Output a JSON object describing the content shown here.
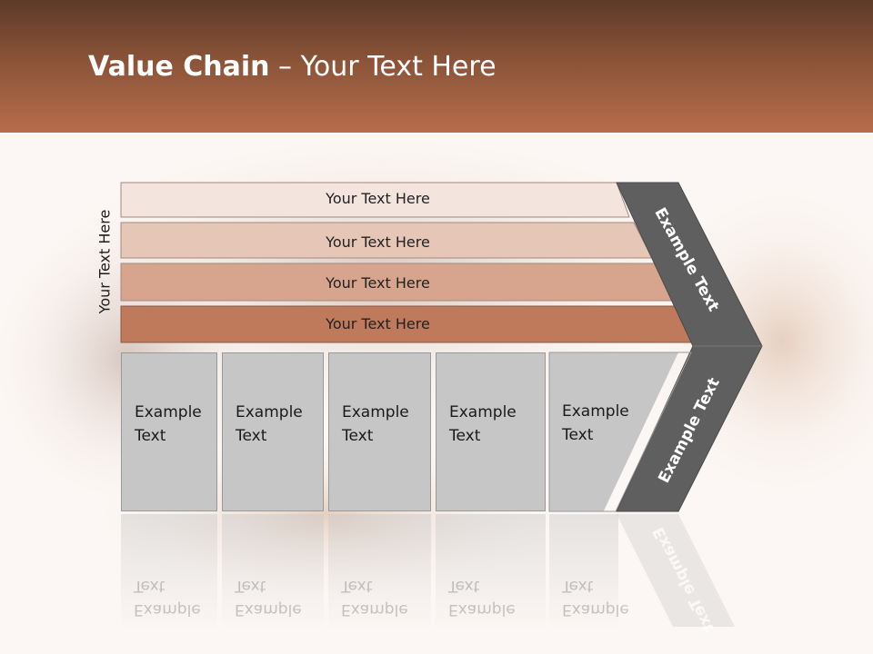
{
  "slide": {
    "title_bold": "Value Chain",
    "title_rest": " – Your Text Here",
    "side_label": "Your Text Here",
    "bands": [
      {
        "label": "Your Text Here",
        "color": "#f3e4de"
      },
      {
        "label": "Your Text Here",
        "color": "#e6c6b6"
      },
      {
        "label": "Your Text Here",
        "color": "#d7a58e"
      },
      {
        "label": "Your Text Here",
        "color": "#bf7a5b"
      }
    ],
    "boxes": [
      {
        "label": "Example\nText"
      },
      {
        "label": "Example\nText"
      },
      {
        "label": "Example\nText"
      },
      {
        "label": "Example\nText"
      },
      {
        "label": "Example\nText"
      }
    ],
    "chevron_upper_label": "Example Text",
    "chevron_lower_label": "Example Text",
    "chevron_color": "#5f5f5f"
  }
}
